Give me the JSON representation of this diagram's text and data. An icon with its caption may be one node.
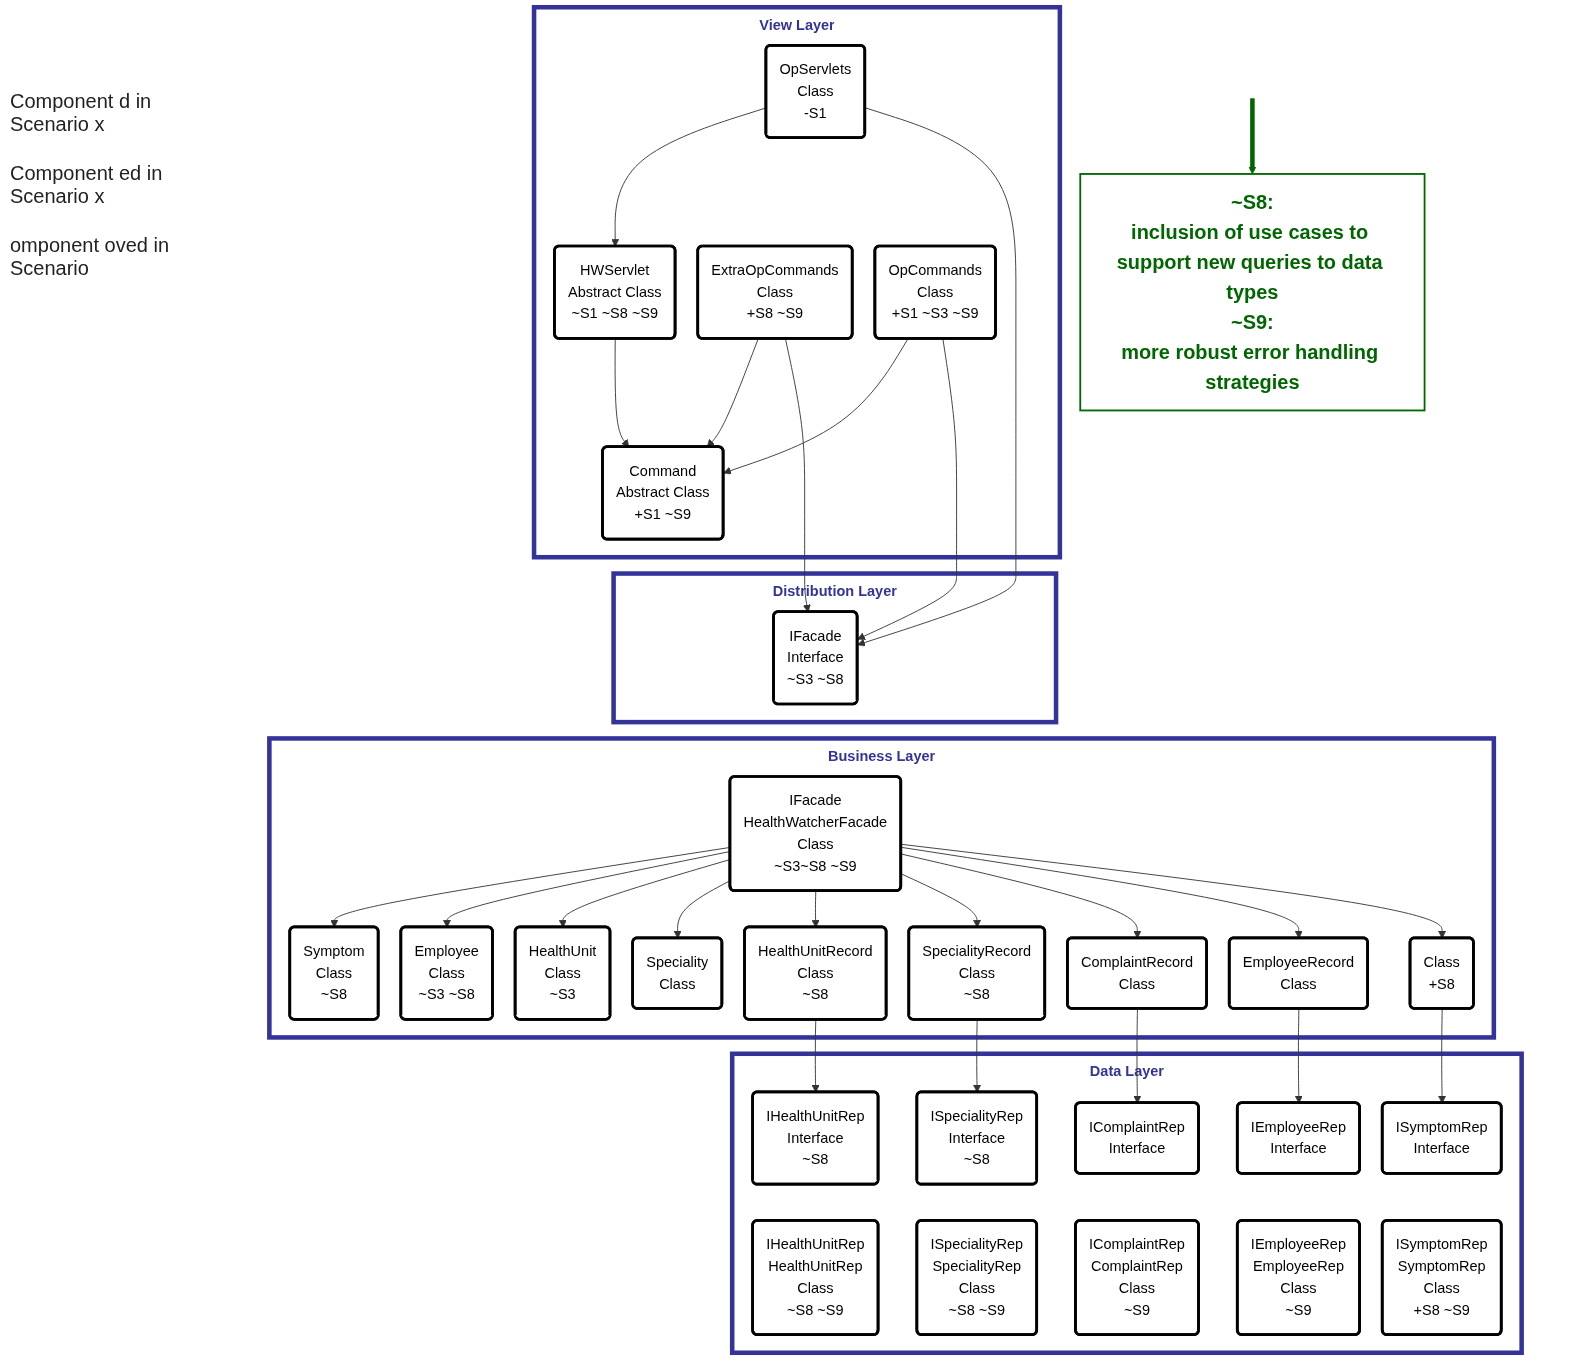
{
  "diagram": {
    "nodes": [
      {
        "text": [
          "View Layer"
        ]
      },
      {
        "text": [
          "Distribution Layer"
        ]
      },
      {
        "text": [
          "Business Layer"
        ]
      },
      {
        "text": [
          "Data Layer"
        ]
      },
      {
        "text": [
          "Command",
          "Abstract Class",
          "+S1 ~S9"
        ],
        "in": 0
      },
      {
        "text": [
          "HWServlet",
          "Abstract Class",
          "~S1 ~S8 ~S9"
        ],
        "in": 0
      },
      {
        "text": [
          "ExtraOpCommands",
          "Class",
          "+S8 ~S9"
        ],
        "in": 0
      },
      {
        "text": [
          "OpCommands",
          "Class",
          "+S1 ~S3 ~S9"
        ],
        "in": 0
      },
      {
        "text": [
          "OpServlets",
          "Class",
          "-S1"
        ],
        "in": 0
      },
      {
        "text": [
          "IFacade",
          "Interface",
          "~S3 ~S8"
        ],
        "in": 1
      },
      {
        "text": [
          "Symptom",
          "Class",
          "~S8"
        ],
        "in": 2
      },
      {
        "text": [
          "Employee",
          "Class",
          "~S3 ~S8"
        ],
        "in": 2
      },
      {
        "text": [
          "HealthUnit",
          "Class",
          "~S3"
        ],
        "in": 2
      },
      {
        "text": [
          "Speciality",
          "Class"
        ],
        "in": 2
      },
      {
        "text": [
          "IFacade",
          "HealthWatcherFacade",
          "Class",
          "~S3~S8 ~S9"
        ],
        "in": 2
      },
      {
        "text": [
          "HealthUnitRecord",
          "Class",
          "~S8"
        ],
        "in": 2
      },
      {
        "text": [
          "SpecialityRecord",
          "Class",
          "~S8"
        ],
        "in": 2
      },
      {
        "text": [
          "ComplaintRecord",
          "Class"
        ],
        "in": 2
      },
      {
        "text": [
          "EmployeeRecord",
          "Class"
        ],
        "in": 2
      },
      {
        "text": [
          "Class",
          "+S8"
        ],
        "in": 2
      },
      {
        "text": [
          "IHealthUnitRep",
          "Interface",
          "~S8"
        ],
        "in": 3
      },
      {
        "text": [
          "ISpecialityRep",
          "Interface",
          "~S8"
        ],
        "in": 3
      },
      {
        "text": [
          "IComplaintRep",
          "Interface"
        ],
        "in": 3
      },
      {
        "text": [
          "IEmployeeRep",
          "Interface"
        ],
        "in": 3
      },
      {
        "text": [
          "ISymptomRep",
          "Interface"
        ],
        "in": 3
      },
      {
        "text": [
          "IHealthUnitRep",
          "HealthUnitRep",
          "Class",
          "~S8 ~S9"
        ],
        "in": 3
      },
      {
        "text": [
          "ISpecialityRep",
          "SpecialityRep",
          "Class",
          "~S8 ~S9"
        ],
        "in": 3
      },
      {
        "text": [
          "IComplaintRep",
          "ComplaintRep",
          "Class",
          "~S9"
        ],
        "in": 3
      },
      {
        "text": [
          "IEmployeeRep",
          "EmployeeRep",
          "Class",
          "~S9"
        ],
        "in": 3
      },
      {
        "text": [
          "ISymptomRep",
          "SymptomRep",
          "Class",
          "+S8 ~S9"
        ],
        "in": 3
      },
      {
        "text": [
          "~S8:",
          "inclusion of use cases to support new queries to data types",
          "~S9:",
          "more robust error handling strategies"
        ]
      }
    ],
    "edges": [
      {
        "from": 5,
        "to": 4,
        "arrow": "to"
      },
      {
        "from": 6,
        "to": 4,
        "arrow": "to"
      },
      {
        "from": 7,
        "to": 4,
        "arrow": "to"
      },
      {
        "from": 8,
        "to": 5,
        "arrow": "to"
      },
      {
        "from": 6,
        "to": 9,
        "arrow": "to"
      },
      {
        "from": 7,
        "to": 9,
        "arrow": "to"
      },
      {
        "from": 8,
        "to": 9,
        "arrow": "to"
      },
      {
        "from": 14,
        "to": 10,
        "arrow": "to"
      },
      {
        "from": 14,
        "to": 11,
        "arrow": "to"
      },
      {
        "from": 14,
        "to": 12,
        "arrow": "to"
      },
      {
        "from": 14,
        "to": 13,
        "arrow": "to"
      },
      {
        "from": 14,
        "to": 15,
        "arrow": "to"
      },
      {
        "from": 14,
        "to": 16,
        "arrow": "to"
      },
      {
        "from": 14,
        "to": 17,
        "arrow": "to"
      },
      {
        "from": 14,
        "to": 18,
        "arrow": "to"
      },
      {
        "from": 14,
        "to": 19,
        "arrow": "to"
      },
      {
        "from": 15,
        "to": 20,
        "arrow": "to"
      },
      {
        "from": 16,
        "to": 21,
        "arrow": "to"
      },
      {
        "from": 17,
        "to": 22,
        "arrow": "to"
      },
      {
        "from": 18,
        "to": 23,
        "arrow": "to"
      },
      {
        "from": 19,
        "to": 24,
        "arrow": "to"
      },
      {
        "from": null,
        "to": 30,
        "arrow": "to",
        "style": "thick",
        "color": "#006600"
      }
    ],
    "labels": [
      "Component d in Scenario x",
      "Component ed in Scenario x",
      "omponent oved in Scenario"
    ]
  }
}
